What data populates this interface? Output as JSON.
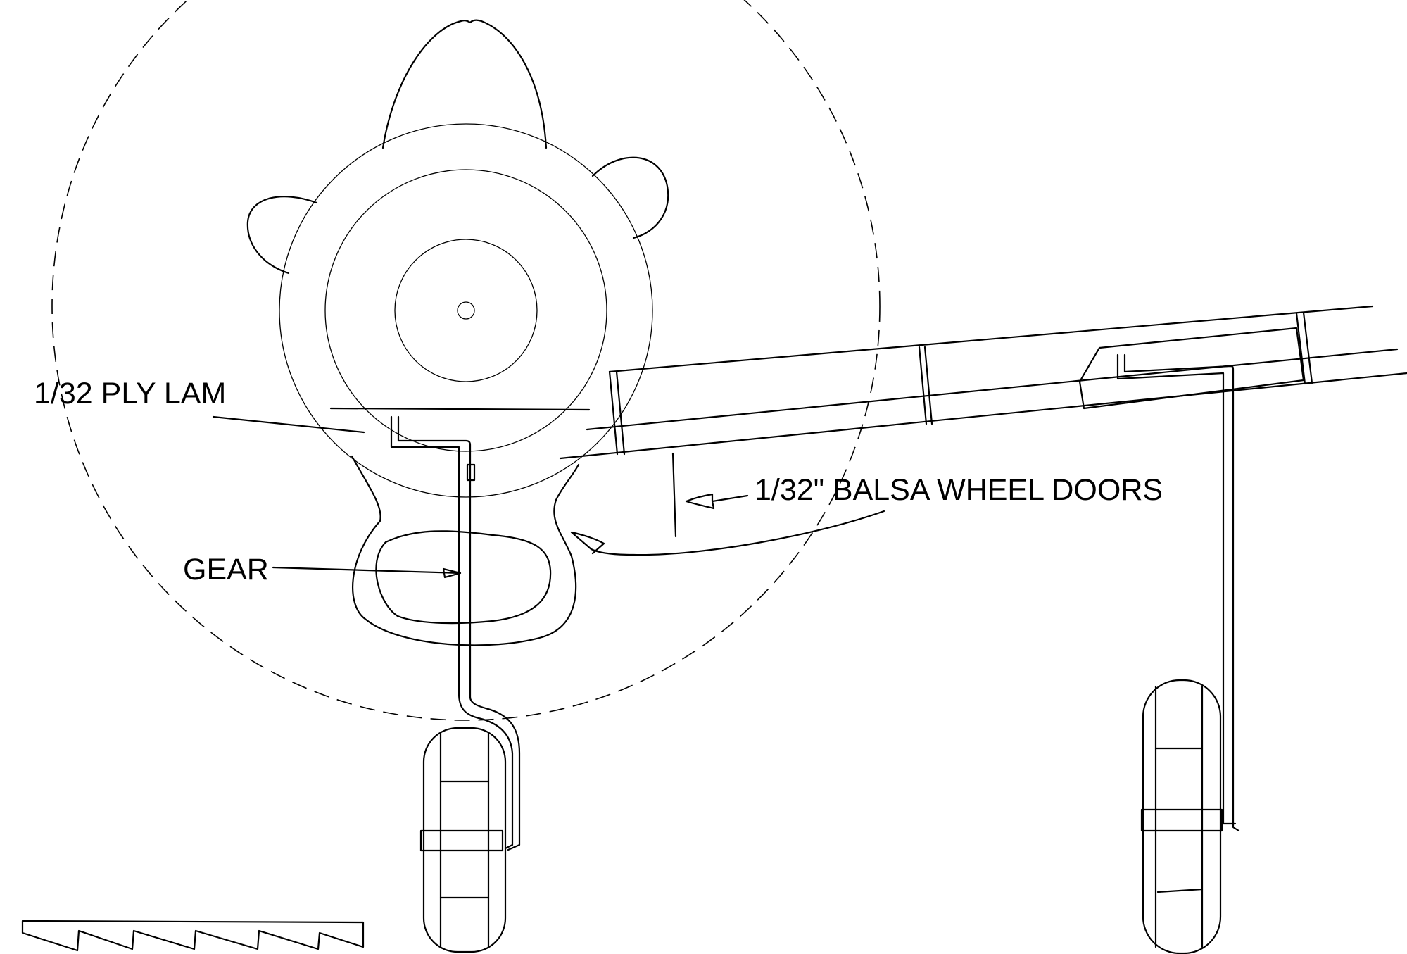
{
  "labels": {
    "ply_lam": "1/32  PLY LAM",
    "wheel_doors": "1/32\" BALSA WHEEL DOORS",
    "gear": "GEAR"
  }
}
